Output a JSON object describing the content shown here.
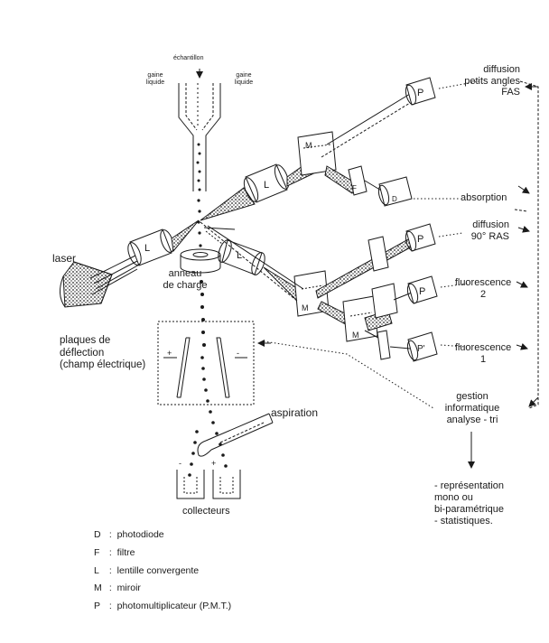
{
  "labels": {
    "echantillon": "échantillon",
    "gaine_left": [
      "gaine",
      "liquide"
    ],
    "gaine_right": [
      "gaine",
      "liquide"
    ],
    "laser": "laser",
    "anneau": [
      "anneau",
      "de charge"
    ],
    "plaques": [
      "plaques de",
      "déflection",
      "(champ électrique)"
    ],
    "aspiration": "aspiration",
    "collecteurs": "collecteurs",
    "plus_sign": "+",
    "minus_sign": "-",
    "fas": [
      "diffusion",
      "petits angles",
      "FAS"
    ],
    "absorption": "absorption",
    "ras": [
      "diffusion",
      "90° RAS"
    ],
    "fluo2": [
      "fluorescence",
      "2"
    ],
    "fluo1": [
      "fluorescence",
      "1"
    ],
    "gestion": [
      "gestion",
      "informatique",
      "analyse - tri"
    ],
    "representation": [
      "- représentation",
      "mono ou",
      "bi-paramétrique",
      "- statistiques."
    ]
  },
  "components": {
    "lens": "L",
    "mirror": "M",
    "filter": "F",
    "photodiode": "D",
    "pmt": "P",
    "pmt_prime": "P'"
  },
  "legend": [
    {
      "key": "D",
      "text": "photodiode"
    },
    {
      "key": "F",
      "text": "filtre"
    },
    {
      "key": "L",
      "text": "lentille convergente"
    },
    {
      "key": "M",
      "text": "miroir"
    },
    {
      "key": "P",
      "text": "photomultiplicateur (P.M.T.)"
    }
  ]
}
